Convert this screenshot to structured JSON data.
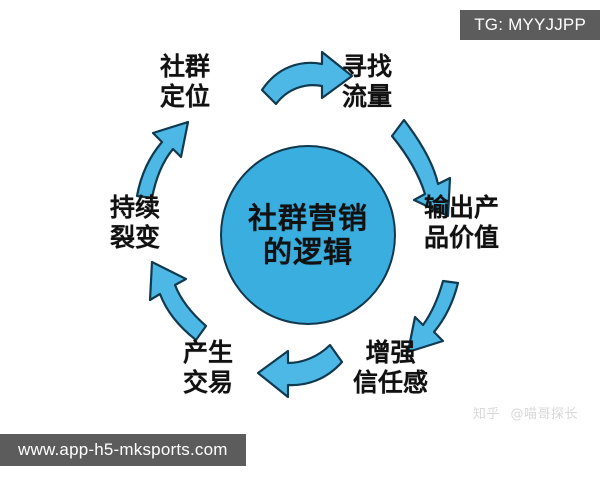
{
  "page": {
    "background_color": "#ffffff",
    "accent_color": "#3aaede",
    "accent_stroke_color": "#11384d",
    "text_color": "#111111"
  },
  "badges": {
    "telegram": "TG: MYYJJPP",
    "url": "www.app-h5-mksports.com",
    "zhihu_platform": "知乎",
    "zhihu_author": "@喵哥探长"
  },
  "center": {
    "line1": "社群营销",
    "line2": "的逻辑",
    "fill_color": "#3aaede",
    "stroke_color": "#11384d"
  },
  "steps": [
    {
      "index": 1,
      "line1": "社群",
      "line2": "定位"
    },
    {
      "index": 2,
      "line1": "寻找",
      "line2": "流量"
    },
    {
      "index": 3,
      "line1": "输出产",
      "line2": "品价值"
    },
    {
      "index": 4,
      "line1": "增强",
      "line2": "信任感"
    },
    {
      "index": 5,
      "line1": "产生",
      "line2": "交易"
    },
    {
      "index": 6,
      "line1": "持续",
      "line2": "裂变"
    }
  ],
  "arrows": [
    {
      "from": "社群定位",
      "to": "寻找流量",
      "direction": "right",
      "position": "top"
    },
    {
      "from": "寻找流量",
      "to": "输出产品价值",
      "direction": "down-right",
      "position": "upper-right"
    },
    {
      "from": "输出产品价值",
      "to": "增强信任感",
      "direction": "down-left",
      "position": "lower-right"
    },
    {
      "from": "增强信任感",
      "to": "产生交易",
      "direction": "left",
      "position": "bottom"
    },
    {
      "from": "产生交易",
      "to": "持续裂变",
      "direction": "up-left",
      "position": "lower-left"
    },
    {
      "from": "持续裂变",
      "to": "社群定位",
      "direction": "up-right",
      "position": "upper-left"
    }
  ]
}
